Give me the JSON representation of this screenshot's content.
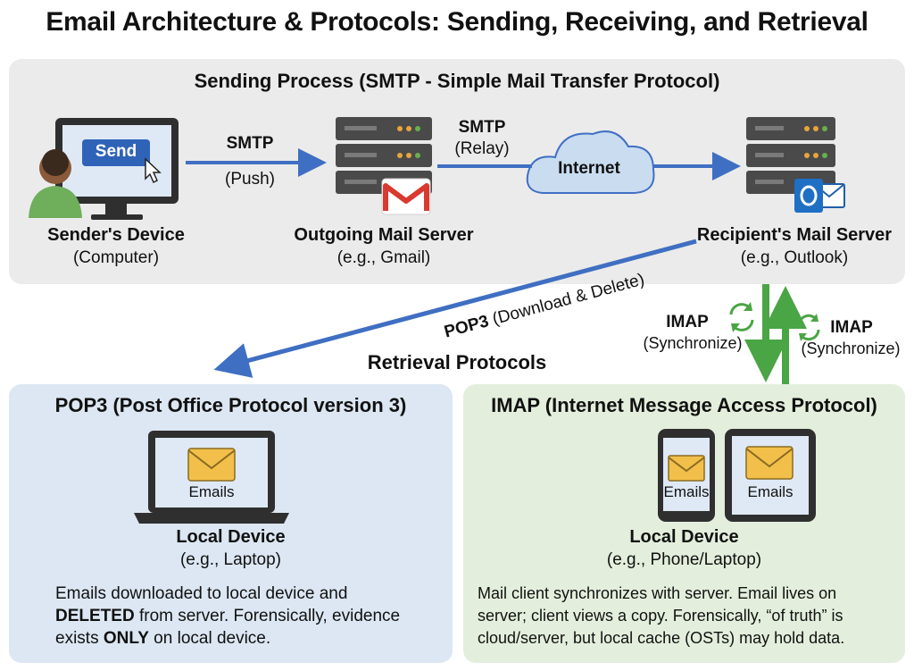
{
  "title": "Email Architecture & Protocols: Sending, Receiving, and Retrieval",
  "sending": {
    "heading": "Sending Process (SMTP - Simple Mail Transfer Protocol)",
    "sender": {
      "name": "Sender's Device",
      "sub": "(Computer)",
      "button": "Send"
    },
    "outgoing": {
      "name": "Outgoing Mail Server",
      "sub": "(e.g., Gmail)"
    },
    "recipient": {
      "name": "Recipient's Mail Server",
      "sub": "(e.g., Outlook)"
    },
    "arrow1": {
      "label": "SMTP",
      "sub": "(Push)"
    },
    "arrow2": {
      "label": "SMTP",
      "sub": "(Relay)"
    },
    "cloud": "Internet"
  },
  "retrieval": {
    "heading": "Retrieval Protocols",
    "pop3_arrow": {
      "label": "POP3",
      "sub": "(Download & Delete)"
    },
    "imap_down": {
      "label": "IMAP",
      "sub": "(Synchronize)"
    },
    "imap_up": {
      "label": "IMAP",
      "sub": "(Synchronize)"
    }
  },
  "pop3": {
    "heading": "POP3 (Post Office Protocol version 3)",
    "screen_label": "Emails",
    "device": "Local Device",
    "device_sub": "(e.g., Laptop)",
    "desc1": "Emails downloaded to local device and",
    "desc2_bold": "DELETED",
    "desc2_rest": " from server. Forensically, evidence",
    "desc3_pre": "exists ",
    "desc3_bold": "ONLY",
    "desc3_post": " on local device."
  },
  "imap": {
    "heading": "IMAP (Internet Message Access Protocol)",
    "phone_label": "Emails",
    "tablet_label": "Emails",
    "device": "Local Device",
    "device_sub": "(e.g., Phone/Laptop)",
    "desc1": "Mail client synchronizes with server. Email lives on",
    "desc2": "server; client views a copy. Forensically, “of truth” is",
    "desc3": "cloud/server, but local cache (OSTs) may hold data."
  },
  "colors": {
    "arrow_blue": "#3f6fc2",
    "arrow_green": "#4aa545",
    "server_dark": "#4a4a4a",
    "cloud_fill": "#c9dcf0",
    "send_button": "#2f63b8",
    "envelope": "#f2c04a"
  }
}
